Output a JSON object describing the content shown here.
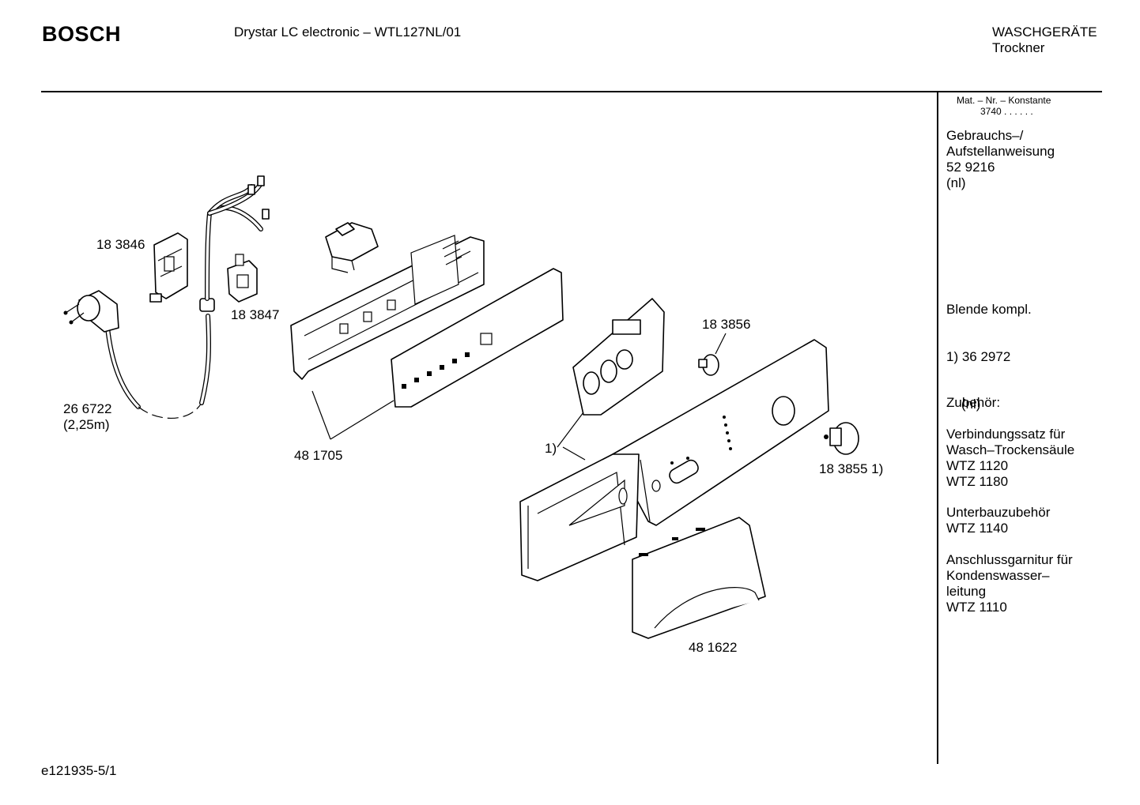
{
  "header": {
    "brand": "BOSCH",
    "model": "Drystar LC electronic – WTL127NL/01",
    "category": "WASCHGERÄTE",
    "subcategory": "Trockner"
  },
  "sidebar": {
    "mat_label": "Mat. – Nr. – Konstante",
    "mat_value": "3740 . .   . . . .",
    "manual": [
      "Gebrauchs–/",
      "Aufstellanweisung",
      "52 9216",
      "(nl)"
    ],
    "panel": [
      "Blende kompl.",
      "1) 36 2972",
      "    (nl)"
    ],
    "accessories_title": "Zubehör:",
    "kit1": [
      "Verbindungssatz für",
      "Wasch–Trockensäule",
      "WTZ 1120",
      "WTZ 1180"
    ],
    "kit2": [
      "Unterbauzubehör",
      "WTZ 1140"
    ],
    "kit3": [
      "Anschlussgarnitur für",
      "Kondenswasser–",
      "leitung",
      "WTZ 1110"
    ]
  },
  "labels": {
    "p183846": "18 3846",
    "p183847": "18 3847",
    "p266722": "26 6722",
    "p266722_len": "(2,25m)",
    "p481705": "48 1705",
    "p183856": "18 3856",
    "p183855": "18 3855 1)",
    "ref1": "1)",
    "p481622": "48 1622"
  },
  "footer": {
    "code": "e121935-5/1"
  }
}
